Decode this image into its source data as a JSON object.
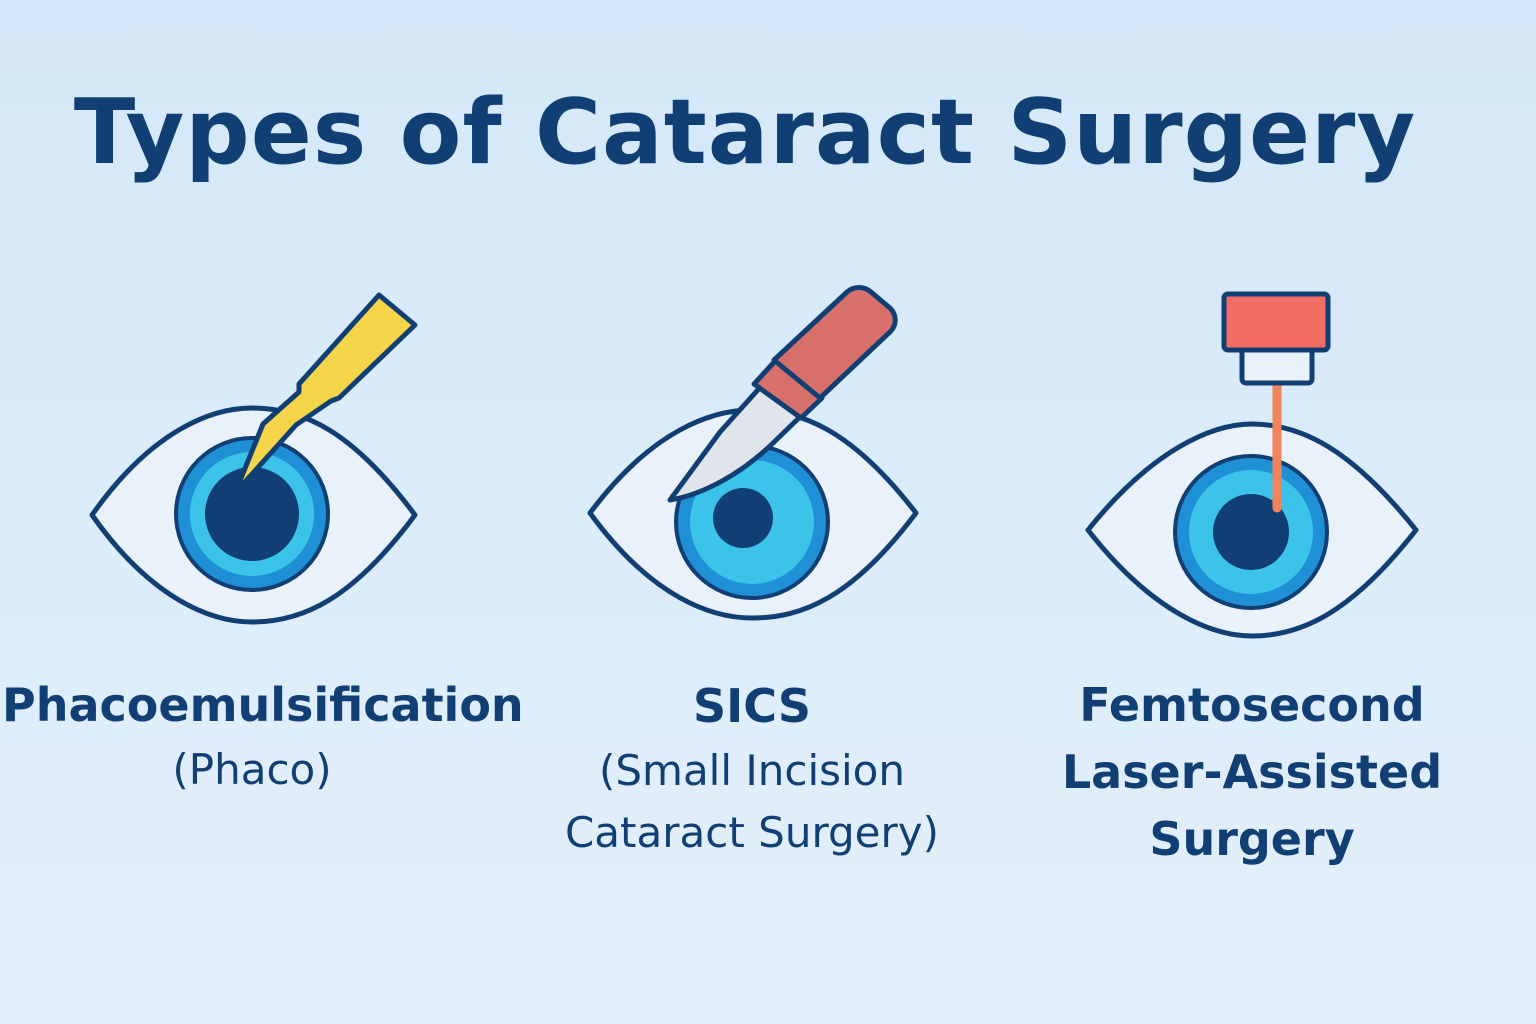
{
  "title": "Types of Cataract Surgery",
  "colors": {
    "background_top": "#d3e8f8",
    "background_bottom": "#e3f0fb",
    "text": "#123f73",
    "outline": "#123f73",
    "eye_white": "#e9f1fa",
    "iris_outer": "#1f8fd6",
    "iris_inner": "#3cc3ea",
    "pupil": "#123f73",
    "phaco_probe": "#f4d54a",
    "scalpel_handle": "#d7706a",
    "scalpel_blade": "#dfe5ea",
    "laser_head": "#f26d63",
    "laser_beam": "#f2845c"
  },
  "procedures": [
    {
      "id": "phaco",
      "icon": "phaco-probe-icon",
      "label_lines": [
        "Phacoemulsification"
      ],
      "sub_lines": [
        "(Phaco)"
      ]
    },
    {
      "id": "sics",
      "icon": "scalpel-icon",
      "label_lines": [
        "SICS"
      ],
      "sub_lines": [
        "(Small Incision",
        "Cataract Surgery)"
      ]
    },
    {
      "id": "flacs",
      "icon": "laser-icon",
      "label_lines": [
        "Femtosecond",
        "Laser-Assisted",
        "Surgery"
      ],
      "sub_lines": []
    }
  ]
}
